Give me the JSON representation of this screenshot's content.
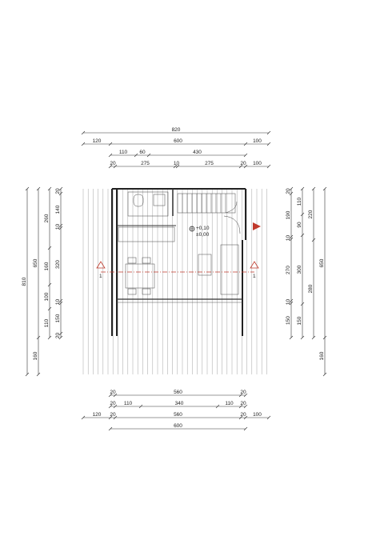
{
  "colors": {
    "section_marker": "#c0392b",
    "line": "#222222",
    "deck": "#999999"
  },
  "icons": [
    "level-marker-icon",
    "entrance-arrow-icon",
    "section-marker-icon"
  ],
  "top_dims": {
    "row1": [
      "820"
    ],
    "row2": [
      "120",
      "600",
      "100"
    ],
    "row3": [
      "110",
      "60",
      "430"
    ],
    "row4": [
      "20",
      "275",
      "10",
      "275",
      "20",
      "100"
    ]
  },
  "bottom_dims": {
    "row1": [
      "20",
      "560",
      "20"
    ],
    "row2": [
      "20",
      "110",
      "340",
      "110",
      "20"
    ],
    "row3": [
      "120",
      "20",
      "560",
      "20",
      "100"
    ],
    "row4": [
      "600"
    ]
  },
  "left_dims": {
    "outer": [
      "810"
    ],
    "mid": [
      "650",
      "160"
    ],
    "inner": [
      "260",
      "160",
      "100",
      "110"
    ],
    "innermost": [
      "20",
      "140",
      "10",
      "320",
      "10",
      "150",
      "20"
    ]
  },
  "right_dims": {
    "inner": [
      "20",
      "190",
      "10",
      "270",
      "10",
      "150"
    ],
    "mid": [
      "110",
      "90",
      "300",
      "150"
    ],
    "outer1": [
      "220",
      "280"
    ],
    "outer2": [
      "650",
      "160"
    ]
  },
  "level": {
    "upper": "+0,10",
    "lower": "±0,00"
  },
  "section_label": "1"
}
